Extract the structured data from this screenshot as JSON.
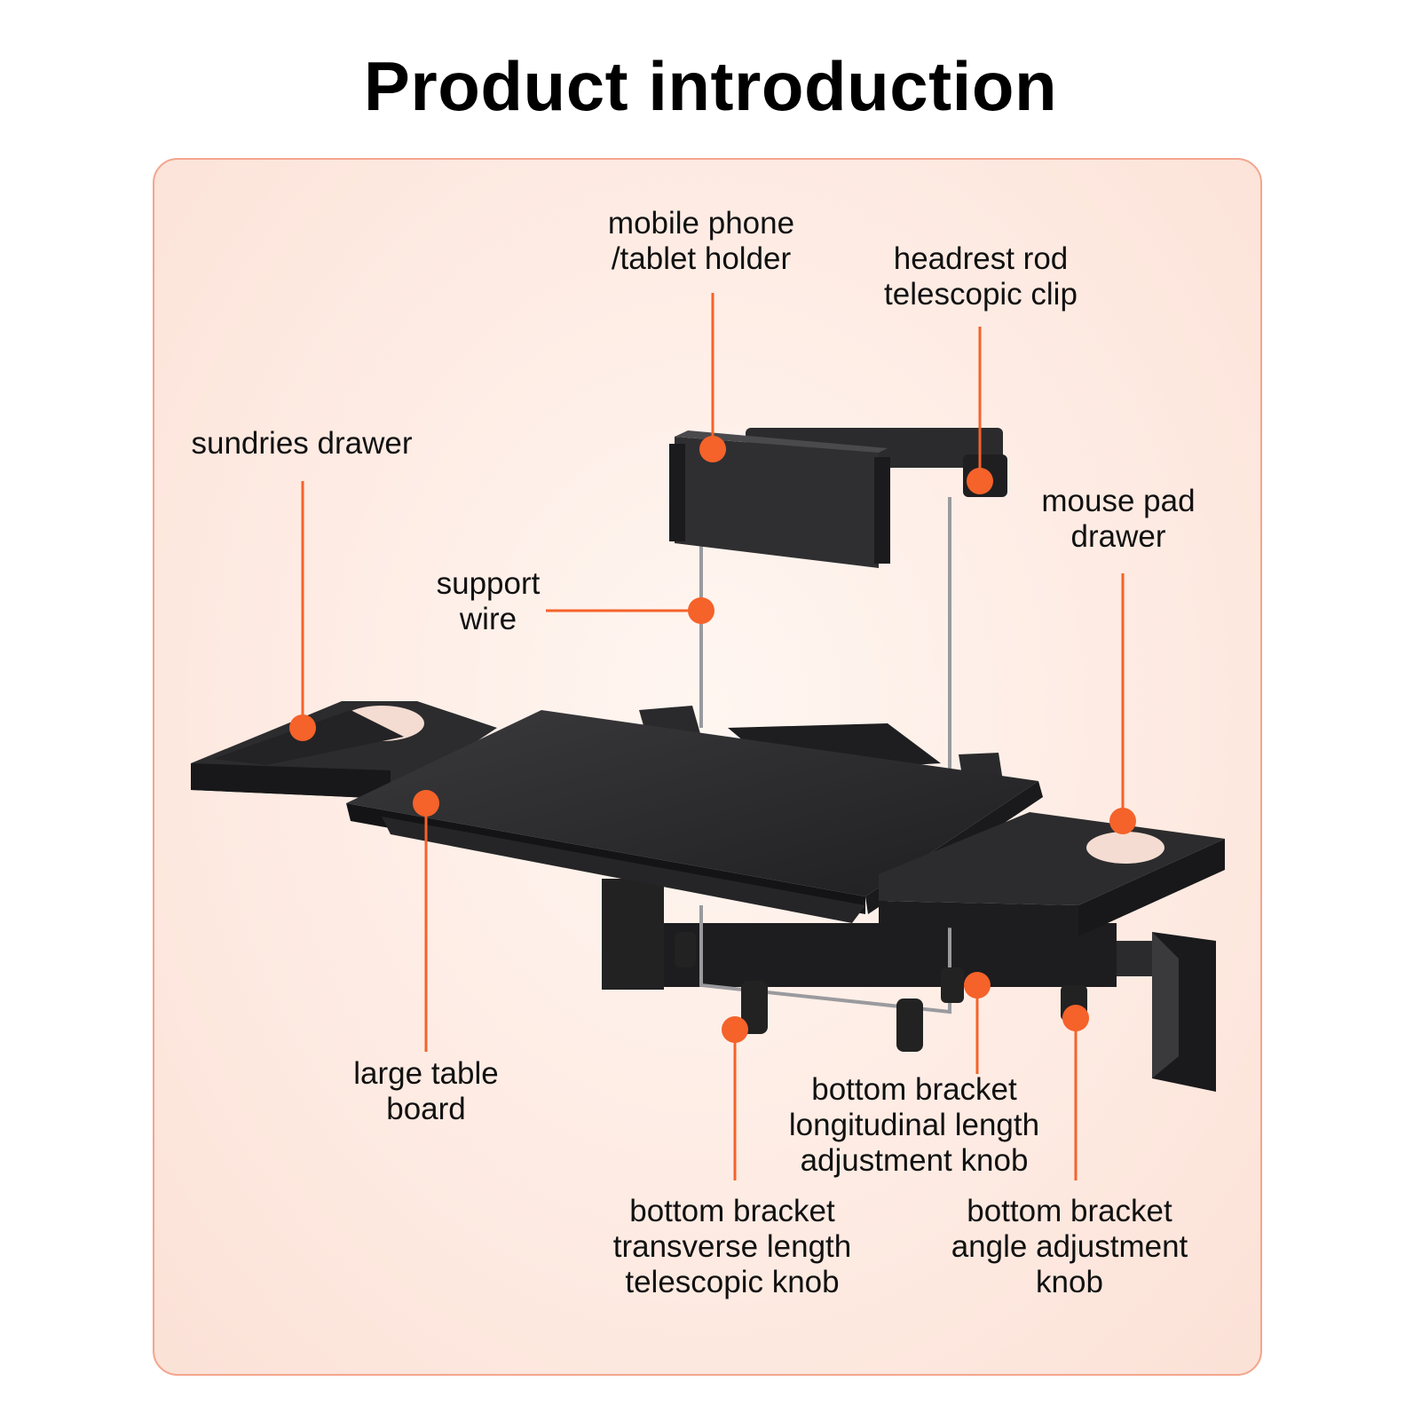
{
  "title": "Product introduction",
  "colors": {
    "accent": "#f5622a",
    "panel_border": "#f4a58e",
    "panel_bg": "#fde8df",
    "product": "#2a2a2c"
  },
  "labels": {
    "phone_holder": [
      "mobile phone",
      "/tablet holder"
    ],
    "headrest_clip": [
      "headrest rod",
      "telescopic clip"
    ],
    "sundries_drawer": [
      "sundries drawer"
    ],
    "mouse_pad_drawer": [
      "mouse pad",
      "drawer"
    ],
    "support_wire": [
      "support",
      "wire"
    ],
    "large_table_board": [
      "large table",
      "board"
    ],
    "longitudinal_knob": [
      "bottom bracket",
      "longitudinal length",
      "adjustment knob"
    ],
    "transverse_knob": [
      "bottom bracket",
      "transverse length",
      "telescopic knob"
    ],
    "angle_knob": [
      "bottom bracket",
      "angle adjustment",
      "knob"
    ]
  }
}
